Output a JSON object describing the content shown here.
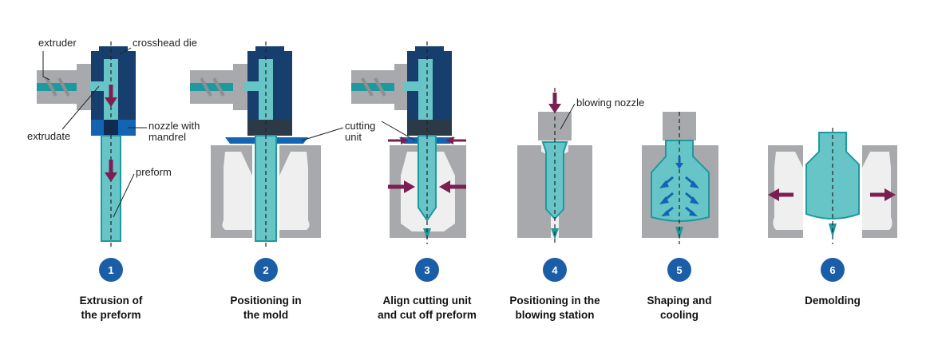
{
  "colors": {
    "navy": "#173f6e",
    "navy_dark": "#0f2d52",
    "blue": "#1464b4",
    "teal": "#67c5c8",
    "teal_dark": "#1d9a9f",
    "grey": "#a7a9ac",
    "grey_dark": "#8d8f92",
    "light": "#efefef",
    "maroon": "#7a1f4f",
    "badge": "#1b5ea8"
  },
  "labels": {
    "extruder": "extruder",
    "crosshead_die": "crosshead die",
    "extrudate": "extrudate",
    "nozzle_line1": "nozzle with",
    "nozzle_line2": "mandrel",
    "preform": "preform",
    "cutting_line1": "cutting",
    "cutting_line2": "unit",
    "blowing_nozzle": "blowing nozzle"
  },
  "steps": [
    {
      "number": "1",
      "line1": "Extrusion of",
      "line2": "the preform"
    },
    {
      "number": "2",
      "line1": "Positioning in",
      "line2": "the mold"
    },
    {
      "number": "3",
      "line1": "Align cutting unit",
      "line2": "and cut off preform"
    },
    {
      "number": "4",
      "line1": "Positioning in the",
      "line2": "blowing station"
    },
    {
      "number": "5",
      "line1": "Shaping and",
      "line2": "cooling"
    },
    {
      "number": "6",
      "line1": "Demolding",
      "line2": ""
    }
  ]
}
